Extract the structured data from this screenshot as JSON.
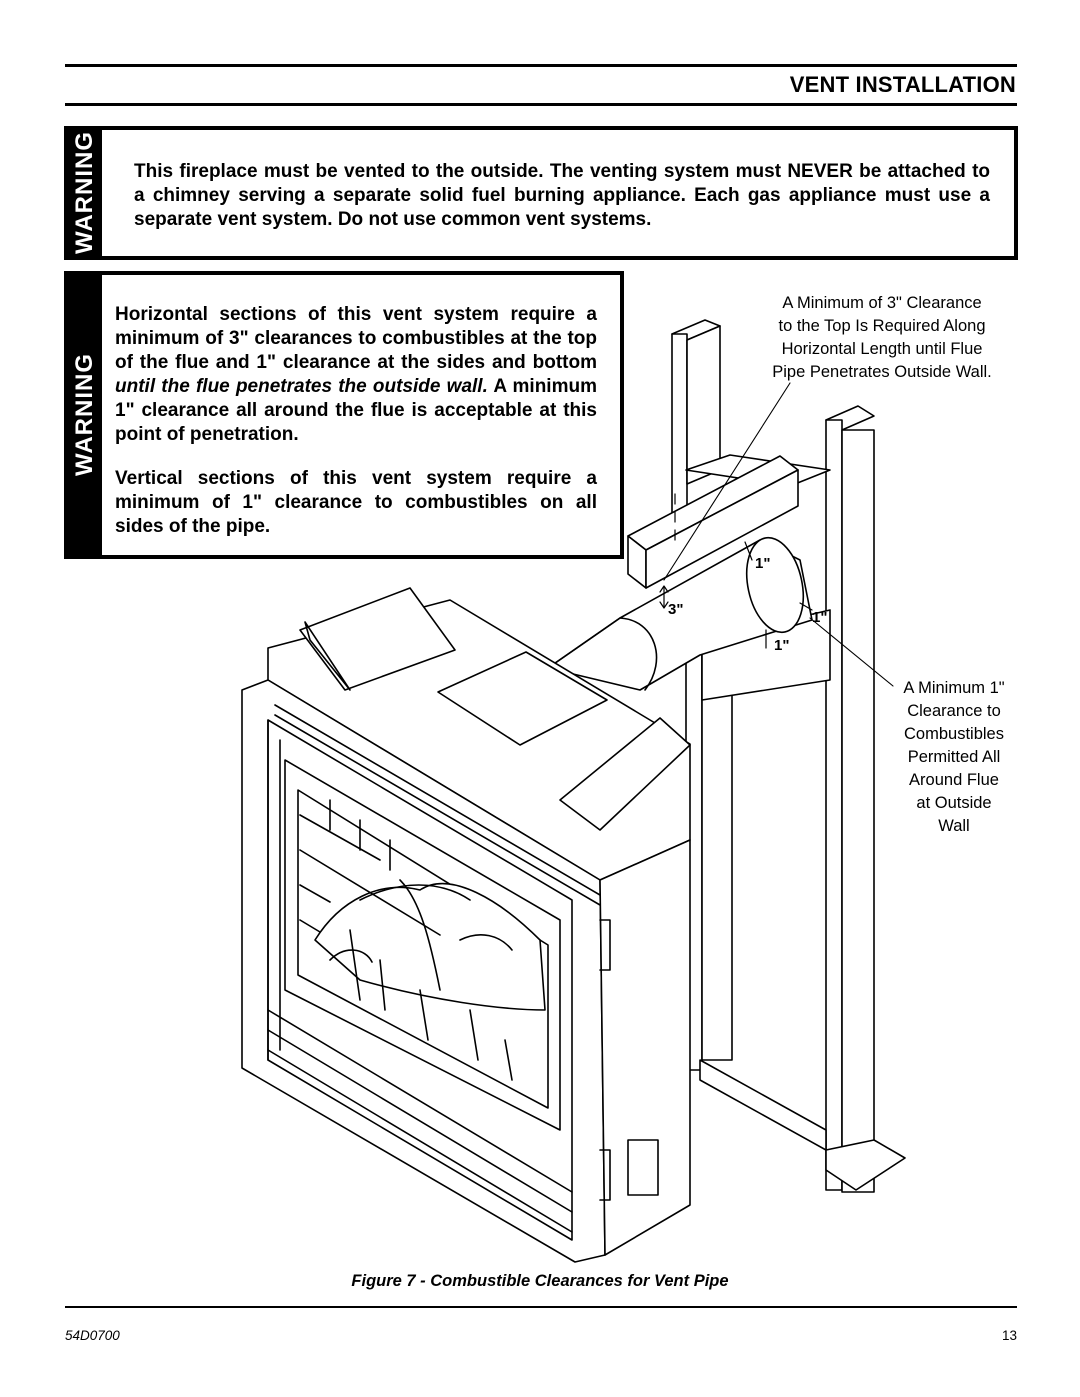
{
  "header": {
    "title": "VENT INSTALLATION"
  },
  "warning1": {
    "tab": "WARNING",
    "text": "This fireplace must be vented to the outside. The venting system must NEVER be attached to a chimney serving a separate solid fuel burning appliance. Each gas appliance must use a separate vent system. Do not use common vent systems."
  },
  "warning2": {
    "tab": "WARNING",
    "p1_before": "Horizontal sections of this vent system require a minimum of 3\" clearances to combustibles at the top of the flue and 1\" clearance at the sides and bottom ",
    "p1_italic": "until the flue penetrates the outside wall.",
    "p1_after": " A minimum 1\" clearance all around the flue is acceptable at this point of penetration.",
    "p2": "Vertical sections of this vent system require a minimum of 1\" clearance to combustibles on all sides of the pipe."
  },
  "figure": {
    "callout_top": [
      "A Minimum of 3\" Clearance",
      "to the Top Is Required Along",
      "Horizontal Length until Flue",
      "Pipe Penetrates Outside Wall."
    ],
    "callout_side": [
      "A Minimum 1\"",
      "Clearance to",
      "Combustibles",
      "Permitted All",
      "Around Flue",
      "at Outside",
      "Wall"
    ],
    "dim_labels": [
      "3\"",
      "1\"",
      "1\"",
      "1\""
    ],
    "caption": "Figure 7 - Combustible Clearances for Vent Pipe"
  },
  "footer": {
    "doc_number": "54D0700",
    "page_number": "13"
  }
}
